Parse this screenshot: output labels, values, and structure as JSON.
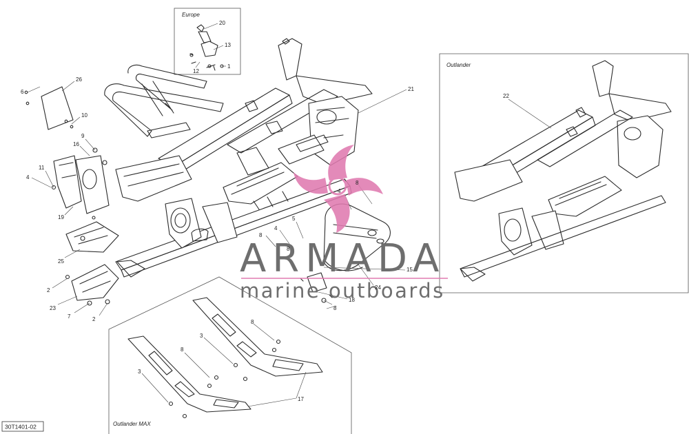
{
  "insets": {
    "europe_label": "Europe",
    "outlander_label": "Outlander",
    "outlander_max_label": "Outlander MAX"
  },
  "reference_code": "30T1401-02",
  "watermark": {
    "brand": "ARMADA",
    "tagline": "marine outboards",
    "logo_color": "#e07bb0",
    "text_color": "#6e6e6e"
  },
  "callouts": [
    "20",
    "13",
    "12",
    "1",
    "26",
    "6",
    "10",
    "9",
    "16",
    "11",
    "4",
    "19",
    "25",
    "2",
    "23",
    "7",
    "2",
    "21",
    "22",
    "4",
    "8",
    "8",
    "5",
    "4",
    "8",
    "15",
    "24",
    "18",
    "8",
    "8",
    "3",
    "8",
    "3",
    "17"
  ]
}
